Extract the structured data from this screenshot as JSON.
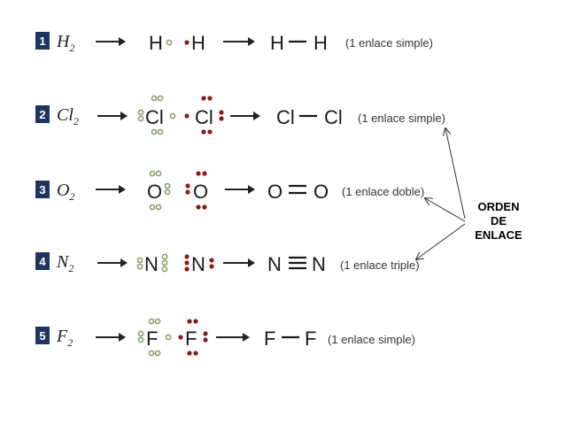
{
  "colors": {
    "left_electrons": "#8aa06a",
    "right_electrons": "#8b1a1a",
    "number_box": "#1f3560"
  },
  "annotation": {
    "line1": "ORDEN",
    "line2": "DE",
    "line3": "ENLACE"
  },
  "rows": [
    {
      "number": "1",
      "molecule": "H",
      "subscript": "2",
      "atom1": "H",
      "atom2": "H",
      "product_left": "H",
      "product_right": "H",
      "bond_count": 1,
      "description": "(1 enlace simple)"
    },
    {
      "number": "2",
      "molecule": "Cl",
      "subscript": "2",
      "atom1": "Cl",
      "atom2": "Cl",
      "product_left": "Cl",
      "product_right": "Cl",
      "bond_count": 1,
      "description": "(1 enlace simple)"
    },
    {
      "number": "3",
      "molecule": "O",
      "subscript": "2",
      "atom1": "O",
      "atom2": "O",
      "product_left": "O",
      "product_right": "O",
      "bond_count": 2,
      "description": "(1 enlace doble)"
    },
    {
      "number": "4",
      "molecule": "N",
      "subscript": "2",
      "atom1": "N",
      "atom2": "N",
      "product_left": "N",
      "product_right": "N",
      "bond_count": 3,
      "description": "(1 enlace triple)"
    },
    {
      "number": "5",
      "molecule": "F",
      "subscript": "2",
      "atom1": "F",
      "atom2": "F",
      "product_left": "F",
      "product_right": "F",
      "bond_count": 1,
      "description": "(1 enlace simple)"
    }
  ]
}
